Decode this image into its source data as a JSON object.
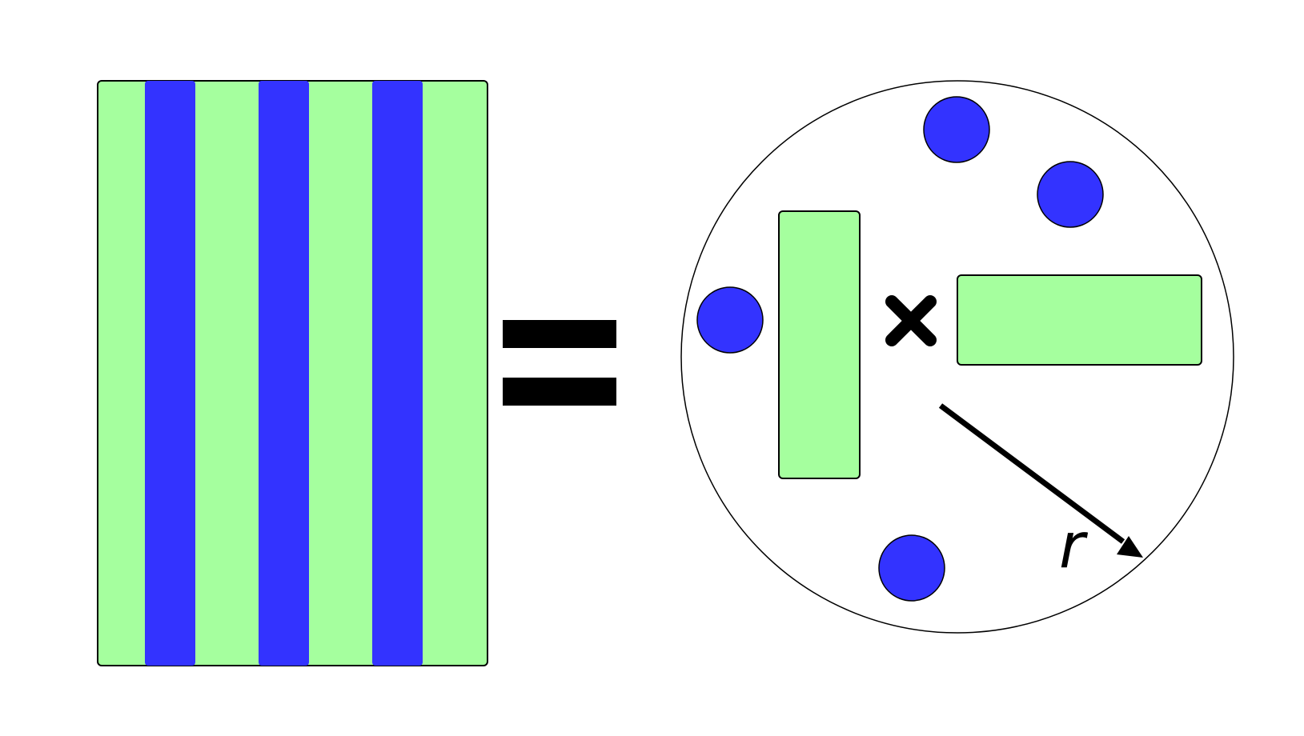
{
  "colors": {
    "background": "#ffffff",
    "light_green": "#a5ff9e",
    "blue": "#3333ff",
    "outline": "#000000"
  },
  "left_block": {
    "stripe_pattern": [
      "green",
      "blue",
      "green",
      "blue",
      "green",
      "blue",
      "green"
    ]
  },
  "relation_symbol": "equals-sign",
  "circle": {
    "center_marker": "cross-icon",
    "blue_dot_count": 4,
    "green_bar_count": 2,
    "radius_arrow_label": "r"
  }
}
